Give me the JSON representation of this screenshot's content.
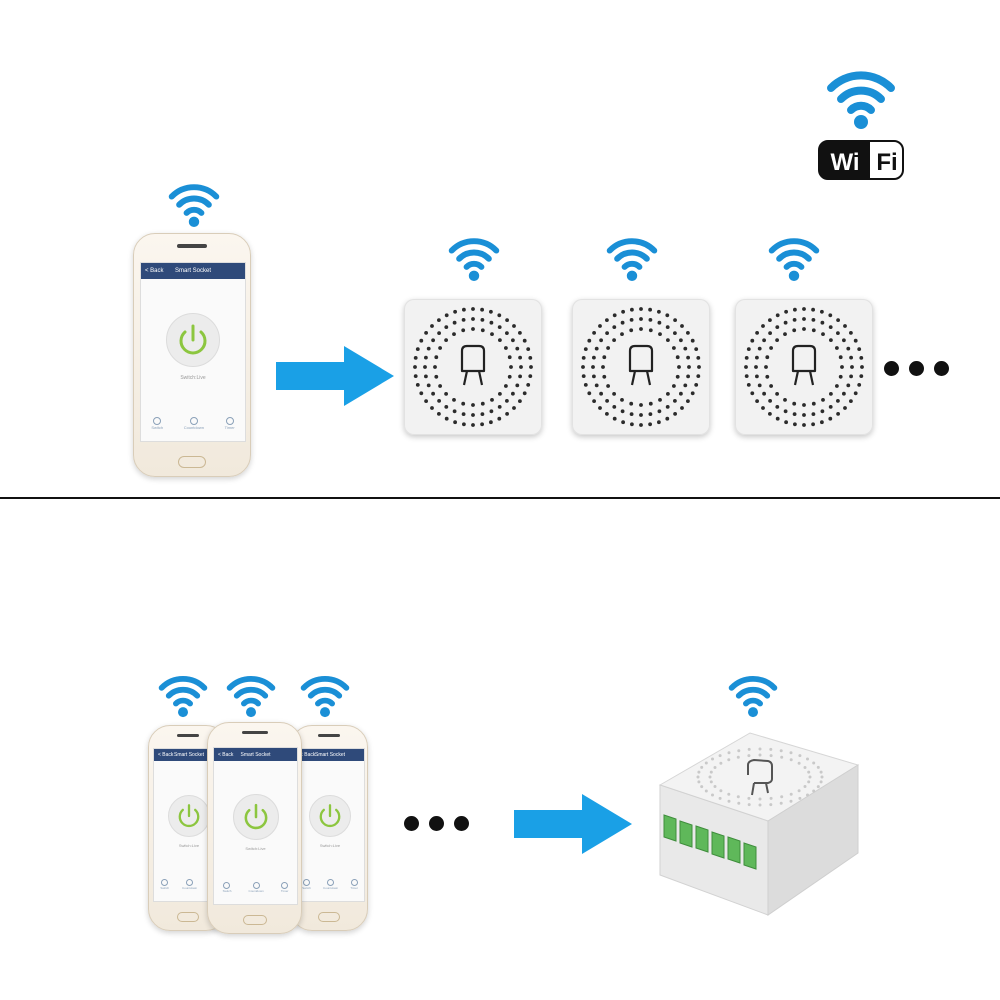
{
  "colors": {
    "wifi_blue": "#1a8fd6",
    "arrow_blue": "#1aa0e6",
    "power_green": "#8cc63f",
    "divider": "#111111"
  },
  "wifi_badge": {
    "left": "Wi",
    "right": "Fi"
  },
  "phone_app": {
    "back": "< Back",
    "title": "Smart Socket",
    "status": "Switch:Live",
    "tabs": [
      "Switch",
      "Countdown",
      "Timer"
    ]
  },
  "top_section": {
    "phone_count": 1,
    "module_count": 3,
    "more_indicator": "•••"
  },
  "bottom_section": {
    "phone_count": 3,
    "more_indicator": "•••",
    "module_count": 1
  },
  "icons": [
    "wifi-icon",
    "arrow-right-icon",
    "power-icon",
    "switch-module-icon"
  ]
}
